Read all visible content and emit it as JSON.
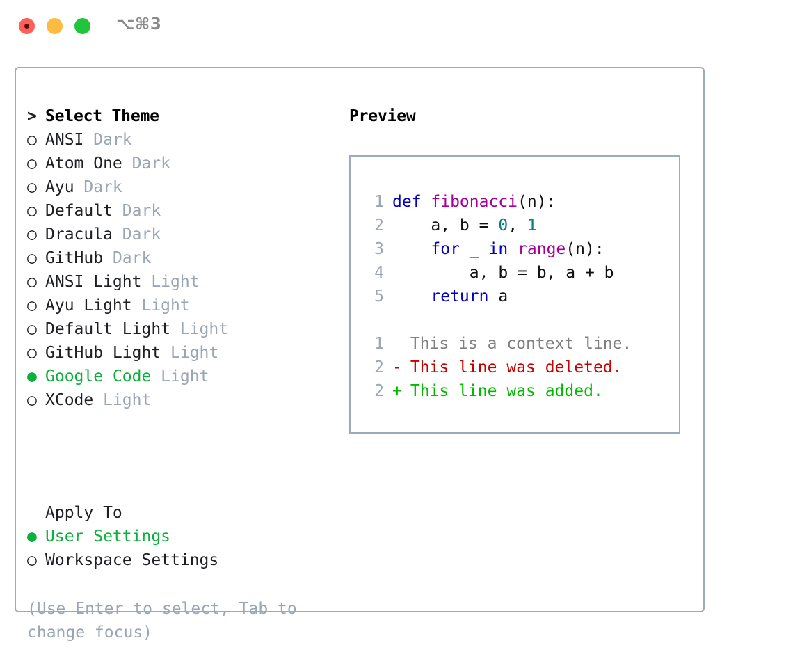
{
  "window": {
    "shortcut_hint": "⌥⌘3",
    "traffic_lights": [
      "close-red",
      "minimize-yellow",
      "zoom-green"
    ],
    "border_color": "#9daabd",
    "background": "#ffffff"
  },
  "theme_picker": {
    "prompt_symbol": ">",
    "title": "Select Theme",
    "unselected_marker": "○",
    "selected_marker": "●",
    "selected_color": "#0cb03c",
    "variant_color": "#9aa5b5",
    "items": [
      {
        "name": "ANSI",
        "variant": "Dark",
        "selected": false
      },
      {
        "name": "Atom One",
        "variant": "Dark",
        "selected": false
      },
      {
        "name": "Ayu",
        "variant": "Dark",
        "selected": false
      },
      {
        "name": "Default",
        "variant": "Dark",
        "selected": false
      },
      {
        "name": "Dracula",
        "variant": "Dark",
        "selected": false
      },
      {
        "name": "GitHub",
        "variant": "Dark",
        "selected": false
      },
      {
        "name": "ANSI Light",
        "variant": "Light",
        "selected": false
      },
      {
        "name": "Ayu Light",
        "variant": "Light",
        "selected": false
      },
      {
        "name": "Default Light",
        "variant": "Light",
        "selected": false
      },
      {
        "name": "GitHub Light",
        "variant": "Light",
        "selected": false
      },
      {
        "name": "Google Code",
        "variant": "Light",
        "selected": true
      },
      {
        "name": "XCode",
        "variant": "Light",
        "selected": false
      }
    ]
  },
  "apply_to": {
    "title": "Apply To",
    "items": [
      {
        "name": "User Settings",
        "selected": true
      },
      {
        "name": "Workspace Settings",
        "selected": false
      }
    ]
  },
  "hint": {
    "text": "(Use Enter to select, Tab to change focus)"
  },
  "preview": {
    "label": "Preview",
    "code_lines": [
      {
        "number": "1",
        "tokens": [
          {
            "text": "def ",
            "type": "keyword"
          },
          {
            "text": "fibonacci",
            "type": "function"
          },
          {
            "text": "(n):",
            "type": "plain"
          }
        ]
      },
      {
        "number": "2",
        "tokens": [
          {
            "text": "    a, b = ",
            "type": "plain"
          },
          {
            "text": "0",
            "type": "number"
          },
          {
            "text": ", ",
            "type": "plain"
          },
          {
            "text": "1",
            "type": "number"
          }
        ]
      },
      {
        "number": "3",
        "tokens": [
          {
            "text": "    ",
            "type": "plain"
          },
          {
            "text": "for",
            "type": "keyword"
          },
          {
            "text": " _ ",
            "type": "plain"
          },
          {
            "text": "in",
            "type": "keyword"
          },
          {
            "text": " ",
            "type": "plain"
          },
          {
            "text": "range",
            "type": "function"
          },
          {
            "text": "(n):",
            "type": "plain"
          }
        ]
      },
      {
        "number": "4",
        "tokens": [
          {
            "text": "        a, b = b, a + b",
            "type": "plain"
          }
        ]
      },
      {
        "number": "5",
        "tokens": [
          {
            "text": "    ",
            "type": "plain"
          },
          {
            "text": "return",
            "type": "keyword"
          },
          {
            "text": " a",
            "type": "plain"
          }
        ]
      }
    ],
    "diff_lines": [
      {
        "number": "1",
        "sign": " ",
        "text": " This is a context line.",
        "kind": "context"
      },
      {
        "number": "2",
        "sign": "-",
        "text": " This line was deleted.",
        "kind": "deleted"
      },
      {
        "number": "2",
        "sign": "+",
        "text": " This line was added.",
        "kind": "added"
      }
    ],
    "syntax_colors": {
      "keyword": "#0000c4",
      "function": "#a3009c",
      "number": "#0b7c7c",
      "plain": "#111111",
      "line_number": "#9aa5b5",
      "diff_context": "#808080",
      "diff_deleted": "#c70000",
      "diff_added": "#00bb00"
    }
  }
}
